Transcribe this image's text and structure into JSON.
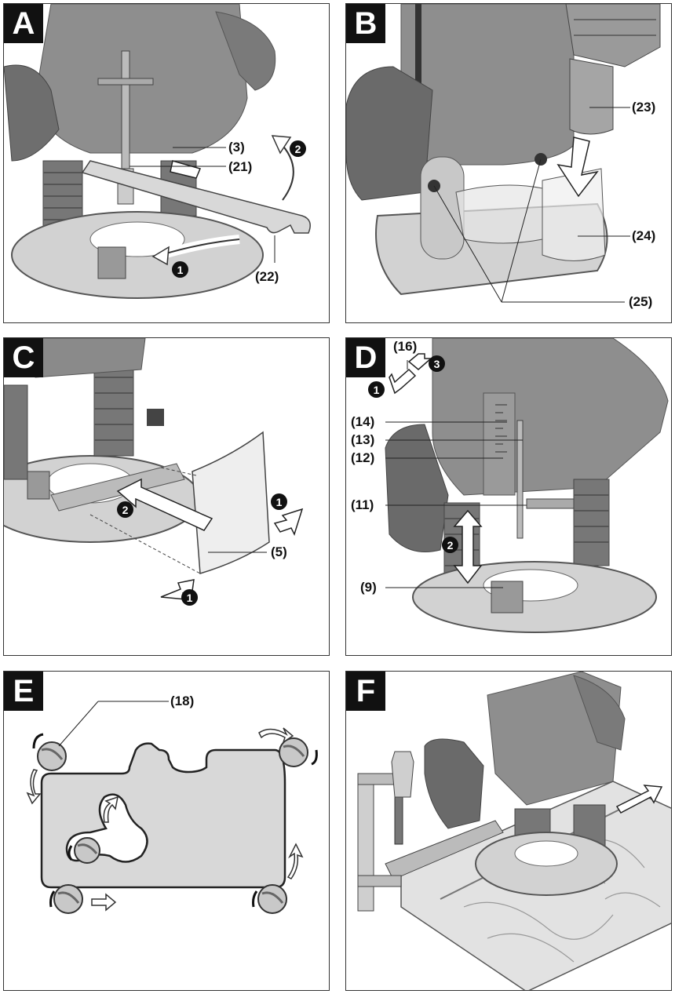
{
  "panels": {
    "A": {
      "letter": "A",
      "labels": {
        "l3": "(3)",
        "l21": "(21)",
        "l22": "(22)"
      },
      "steps": {
        "s1": "1",
        "s2": "2"
      }
    },
    "B": {
      "letter": "B",
      "labels": {
        "l23": "(23)",
        "l24": "(24)",
        "l25": "(25)"
      }
    },
    "C": {
      "letter": "C",
      "labels": {
        "l5": "(5)"
      },
      "steps": {
        "s1a": "1",
        "s1b": "1",
        "s2": "2"
      }
    },
    "D": {
      "letter": "D",
      "labels": {
        "l16": "(16)",
        "l14": "(14)",
        "l13": "(13)",
        "l12": "(12)",
        "l11": "(11)",
        "l9": "(9)"
      },
      "steps": {
        "s1": "1",
        "s2": "2",
        "s3": "3"
      }
    },
    "E": {
      "letter": "E",
      "labels": {
        "l18": "(18)"
      }
    },
    "F": {
      "letter": "F"
    }
  },
  "colors": {
    "tool_body": "#8e8e8e",
    "tool_dark": "#5e5e5e",
    "tool_light": "#c4c4c4",
    "base_plate": "#d2d2d2",
    "workpiece": "#e2e2e2",
    "line": "#222222"
  }
}
